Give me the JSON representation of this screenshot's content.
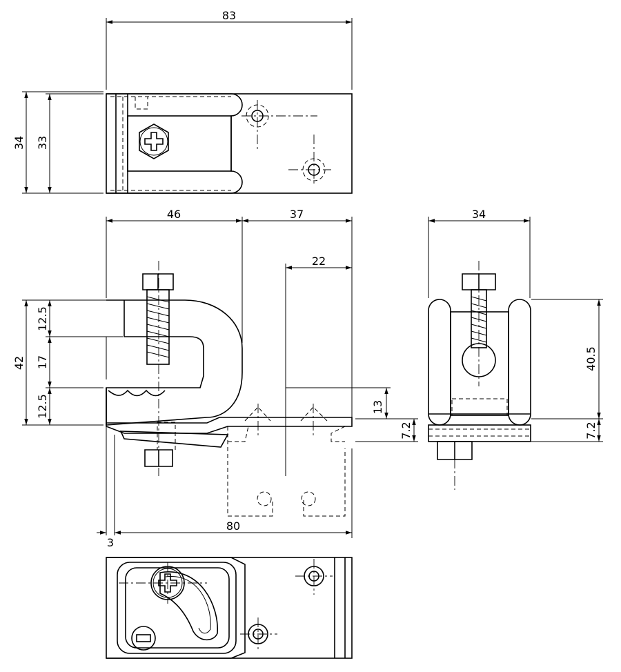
{
  "dimensions": {
    "top_width": "83",
    "top_height_outer": "34",
    "top_height_inner": "33",
    "front_left_width": "46",
    "front_right_width": "37",
    "front_inner_width": "22",
    "front_total_height": "42",
    "front_upper": "12.5",
    "front_middle": "17",
    "front_lower": "12.5",
    "front_offset_13": "13",
    "front_base": "7.2",
    "front_bottom_width": "80",
    "front_small_offset": "3",
    "side_width": "34",
    "side_height": "40.5",
    "side_base": "7.2"
  },
  "colors": {
    "line": "#000000",
    "background": "#ffffff"
  }
}
